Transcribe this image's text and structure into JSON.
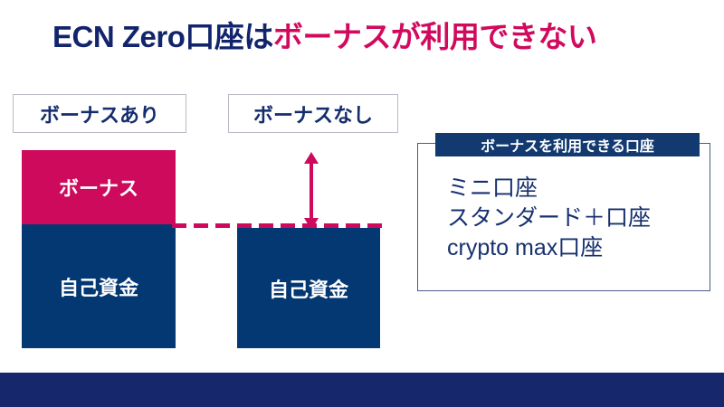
{
  "slide": {
    "background_color": "#ffffff",
    "title": {
      "navy_part": "ECN Zero口座は",
      "crimson_part": "ボーナスが利用できない",
      "navy_color": "#12256c",
      "crimson_color": "#d10a5e"
    },
    "columns": [
      {
        "label": "ボーナスあり"
      },
      {
        "label": "ボーナスなし"
      }
    ],
    "chart": {
      "bar_with_bonus": {
        "bonus_label": "ボーナス",
        "bonus_color": "#cd0a5c",
        "own_funds_label": "自己資金",
        "own_funds_color": "#043873"
      },
      "bar_without_bonus": {
        "own_funds_label": "自己資金",
        "own_funds_color": "#043873"
      },
      "dashed_line_color": "#cd0a5c",
      "gap_arrow_color": "#cd0a5c"
    },
    "info_box": {
      "header": "ボーナスを利用できる口座",
      "header_bg_color": "#123a70",
      "items": [
        "ミニ口座",
        "スタンダード＋口座",
        "crypto max口座"
      ],
      "text_color": "#17306f",
      "border_color": "#4e5a8a"
    },
    "bottom_bar": {
      "color": "#17276b"
    }
  },
  "chart_data": {
    "type": "bar",
    "title": "ECN Zero口座はボーナスが利用できない",
    "categories": [
      "ボーナスあり",
      "ボーナスなし"
    ],
    "series": [
      {
        "name": "自己資金",
        "values": [
          100,
          100
        ],
        "color": "#043873"
      },
      {
        "name": "ボーナス",
        "values": [
          60,
          0
        ],
        "color": "#cd0a5c"
      }
    ],
    "stacked": true,
    "xlabel": "",
    "ylabel": "",
    "ylim": [
      0,
      160
    ],
    "grid": false,
    "legend": "none",
    "annotations": [
      "破線: ボーナスありの口座残高上限を示す基準線",
      "両矢印: ボーナス分の差額"
    ]
  }
}
